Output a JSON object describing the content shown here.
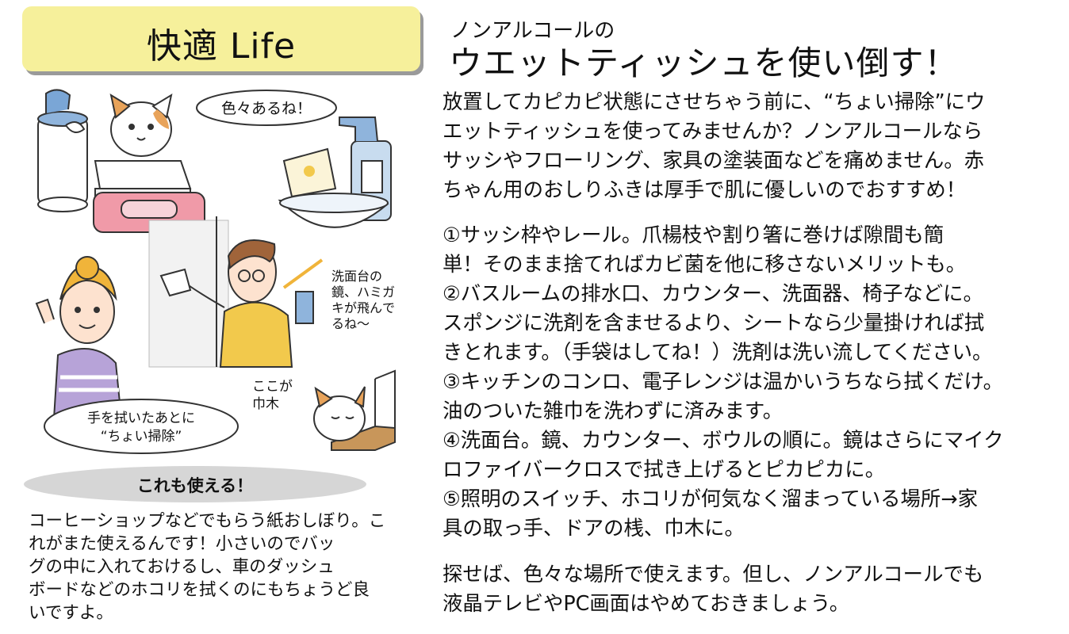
{
  "badge": {
    "label": "快適 Life"
  },
  "header": {
    "subtitle": "ノンアルコールの",
    "title": "ウエットティッシュを使い倒す！"
  },
  "intro": [
    "放置してカピカピ状態にさせちゃう前に、“ちょい掃除”にウ",
    "エットティッシュを使ってみませんか？ノンアルコールなら",
    "サッシやフローリング、家具の塗装面などを痛めません。赤",
    "ちゃん用のおしりふきは厚手で肌に優しいのでおすすめ！"
  ],
  "tips": [
    "①サッシ枠やレール。爪楊枝や割り箸に巻けば隙間も簡",
    "単！そのまま捨てればカビ菌を他に移さないメリットも。",
    "②バスルームの排水口、カウンター、洗面器、椅子などに。",
    "スポンジに洗剤を含ませるより、シートなら少量掛ければ拭",
    "きとれます。（手袋はしてね！）洗剤は洗い流してください。",
    "③キッチンのコンロ、電子レンジは温かいうちなら拭くだけ。",
    "油のついた雑巾を洗わずに済みます。",
    "④洗面台。鏡、カウンター、ボウルの順に。鏡はさらにマイク",
    "ロファイバークロスで拭き上げるとピカピカに。",
    "⑤照明のスイッチ、ホコリが何気なく溜まっている場所→家",
    "具の取っ手、ドアの桟、巾木に。"
  ],
  "closing": [
    "探せば、色々な場所で使えます。但し、ノンアルコールでも",
    "液晶テレビやPC画面はやめておきましょう。"
  ],
  "illustration": {
    "bubble_cat": "色々あるね！",
    "note_mirror": [
      "洗面台の",
      "鏡、ハミガ",
      "キが飛んで",
      "るね～"
    ],
    "note_baseboard": [
      "ここが",
      "巾木"
    ],
    "bubble_woman": [
      "手を拭いたあとに",
      "“ちょい掃除”"
    ]
  },
  "sidebar": {
    "heading": "これも使える！",
    "body": [
      "コーヒーショップなどでもらう紙おしぼり。こ",
      "れがまた使えるんです！小さいのでバッ",
      "グの中に入れておけるし、車のダッシュ",
      "ボードなどのホコリを拭くのにもちょうど良",
      "いですよ。"
    ]
  }
}
